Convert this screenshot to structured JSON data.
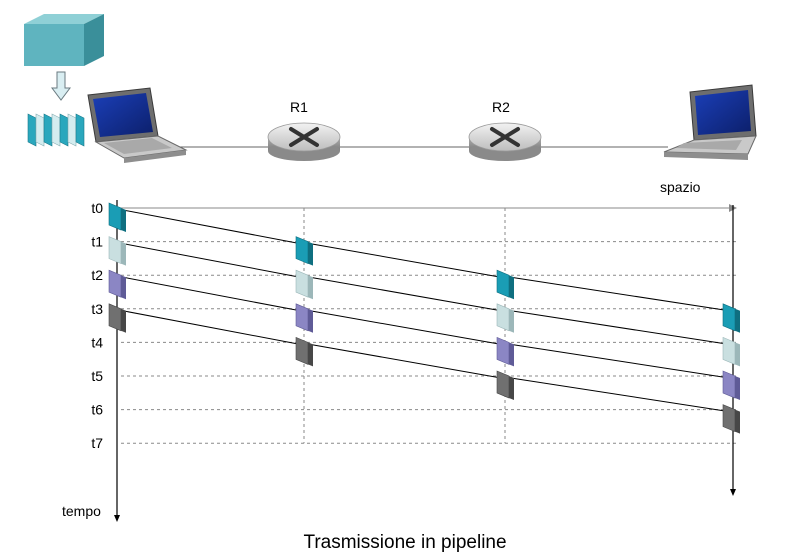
{
  "nodes": {
    "r1_label": "R1",
    "r2_label": "R2"
  },
  "axes": {
    "space_label": "spazio",
    "time_label": "tempo"
  },
  "time_ticks": [
    "t0",
    "t1",
    "t2",
    "t3",
    "t4",
    "t5",
    "t6",
    "t7"
  ],
  "packets": [
    {
      "color": "#1a9db5",
      "shade": "#0f6f80"
    },
    {
      "color": "#c9dfe0",
      "shade": "#9cb7b9"
    },
    {
      "color": "#8b86c4",
      "shade": "#5f5b97"
    },
    {
      "color": "#707070",
      "shade": "#474747"
    }
  ],
  "caption": "Trasmissione in pipeline"
}
